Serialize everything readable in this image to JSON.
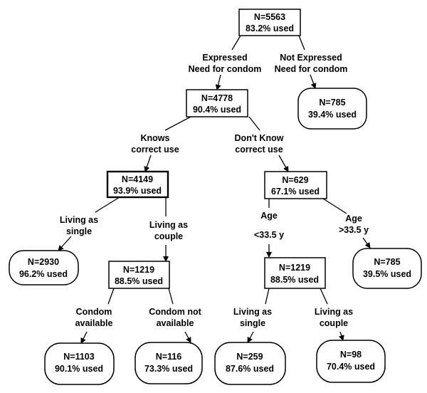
{
  "nodes": {
    "root": {
      "n": "N=5563",
      "pct": "83.2% used"
    },
    "expressed": {
      "n": "N=4778",
      "pct": "90.4% used"
    },
    "not_expr": {
      "n": "N=785",
      "pct": "39.4% used"
    },
    "knows": {
      "n": "N=4149",
      "pct": "93.9% used"
    },
    "dont_know": {
      "n": "N=629",
      "pct": "67.1% used"
    },
    "single1": {
      "n": "N=2930",
      "pct": "96.2% used"
    },
    "couple1": {
      "n": "N=1219",
      "pct": "88.5% used"
    },
    "age_young": {
      "n": "N=1219",
      "pct": "88.5% used"
    },
    "age_old": {
      "n": "N=785",
      "pct": "39.5% used"
    },
    "cond_avail": {
      "n": "N=1103",
      "pct": "90.1% used"
    },
    "cond_na": {
      "n": "N=116",
      "pct": "73.3% used"
    },
    "single2": {
      "n": "N=259",
      "pct": "87.6% used"
    },
    "couple2": {
      "n": "N=98",
      "pct": "70.4% used"
    }
  },
  "edges": {
    "expressed": {
      "l1": "Expressed",
      "l2": "Need for condom"
    },
    "not_expr": {
      "l1": "Not Expressed",
      "l2": "Need for condom"
    },
    "knows": {
      "l1": "Knows",
      "l2": "correct use"
    },
    "dont_know": {
      "l1": "Don't Know",
      "l2": "correct use"
    },
    "single1": {
      "l1": "Living as",
      "l2": "single"
    },
    "couple1": {
      "l1": "Living as",
      "l2": "couple"
    },
    "age_young": {
      "l1": "Age",
      "l2": "<33.5 y"
    },
    "age_old": {
      "l1": "Age",
      "l2": ">33.5 y"
    },
    "cond_avail": {
      "l1": "Condom",
      "l2": "available"
    },
    "cond_na": {
      "l1": "Condom not",
      "l2": "available"
    },
    "single2": {
      "l1": "Living as",
      "l2": "single"
    },
    "couple2": {
      "l1": "Living as",
      "l2": "couple"
    }
  }
}
